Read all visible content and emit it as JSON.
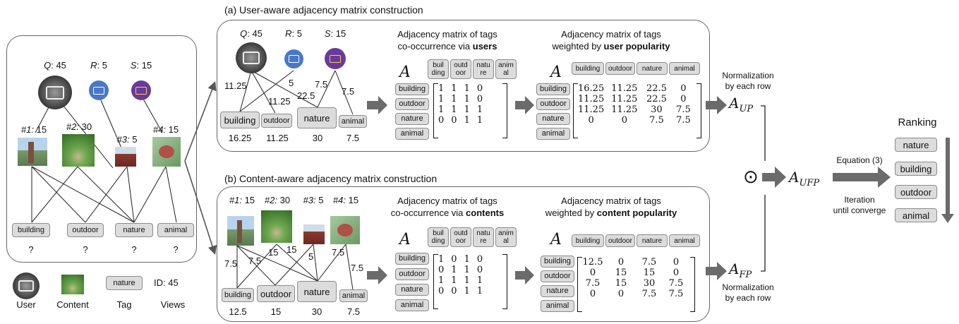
{
  "colors": {
    "tag_fill": "#dcdcdc",
    "arrow": "#6b6b6b",
    "border": "#666666",
    "user_q": "#444444",
    "user_r": "#4a78c8",
    "user_s": "#6a3a9a",
    "photo_green": "#4d8a3a"
  },
  "left": {
    "users": [
      {
        "label": "Q",
        "views": "45"
      },
      {
        "label": "R",
        "views": "5"
      },
      {
        "label": "S",
        "views": "15"
      }
    ],
    "contents": [
      {
        "label": "#1:",
        "views": "15"
      },
      {
        "label": "#2:",
        "views": "30"
      },
      {
        "label": "#3:",
        "views": "5"
      },
      {
        "label": "#4:",
        "views": "15"
      }
    ],
    "tags": [
      "building",
      "outdoor",
      "nature",
      "animal"
    ],
    "unknown": [
      "?",
      "?",
      "?",
      "?"
    ]
  },
  "legend": {
    "user": "User",
    "content": "Content",
    "tag_label": "nature",
    "tag": "Tag",
    "id": "ID: 45",
    "views": "Views"
  },
  "panel_a": {
    "title": "(a) User-aware adjacency matrix construction",
    "users": [
      {
        "label": "Q",
        "views": "45"
      },
      {
        "label": "R",
        "views": "5"
      },
      {
        "label": "S",
        "views": "15"
      }
    ],
    "edge_weights": [
      "11.25",
      "5",
      "22.5",
      "7.5",
      "7.5",
      "11.25"
    ],
    "tags": [
      "building",
      "outdoor",
      "nature",
      "animal"
    ],
    "tag_values": [
      "16.25",
      "11.25",
      "30",
      "7.5"
    ],
    "m1_header": [
      "Adjacency matrix of tags",
      "co-occurrence via ",
      "users"
    ],
    "m1_cols": [
      "buil",
      "ding",
      "outd",
      "oor",
      "natu",
      "re",
      "anim",
      "al"
    ],
    "m1": [
      [
        "1",
        "1",
        "1",
        "0"
      ],
      [
        "1",
        "1",
        "1",
        "0"
      ],
      [
        "1",
        "1",
        "1",
        "1"
      ],
      [
        "0",
        "0",
        "1",
        "1"
      ]
    ],
    "m2_header": [
      "Adjacency matrix of tags",
      "weighted by ",
      "user popularity"
    ],
    "m2_cols": [
      "building",
      "outdoor",
      "nature",
      "animal"
    ],
    "m2": [
      [
        "16.25",
        "11.25",
        "22.5",
        "0"
      ],
      [
        "11.25",
        "11.25",
        "22.5",
        "0"
      ],
      [
        "11.25",
        "11.25",
        "30",
        "7.5"
      ],
      [
        "0",
        "0",
        "7.5",
        "7.5"
      ]
    ],
    "A": "A"
  },
  "panel_b": {
    "title": "(b) Content-aware adjacency matrix construction",
    "contents": [
      {
        "label": "#1:",
        "views": "15"
      },
      {
        "label": "#2:",
        "views": "30"
      },
      {
        "label": "#3:",
        "views": "5"
      },
      {
        "label": "#4:",
        "views": "15"
      }
    ],
    "edge_weights": [
      "7.5",
      "7.5",
      "15",
      "15",
      "5",
      "7.5",
      "7.5"
    ],
    "tags": [
      "building",
      "outdoor",
      "nature",
      "animal"
    ],
    "tag_values": [
      "12.5",
      "15",
      "30",
      "7.5"
    ],
    "m1_header": [
      "Adjacency matrix of tags",
      "co-occurrence via ",
      "contents"
    ],
    "m1_cols": [
      "buil",
      "ding",
      "outd",
      "oor",
      "natu",
      "re",
      "anim",
      "al"
    ],
    "m1": [
      [
        "1",
        "0",
        "1",
        "0"
      ],
      [
        "0",
        "1",
        "1",
        "0"
      ],
      [
        "1",
        "1",
        "1",
        "1"
      ],
      [
        "0",
        "0",
        "1",
        "1"
      ]
    ],
    "m2_header": [
      "Adjacency matrix of tags",
      "weighted by ",
      "content popularity"
    ],
    "m2_cols": [
      "building",
      "outdoor",
      "nature",
      "animal"
    ],
    "m2": [
      [
        "12.5",
        "0",
        "7.5",
        "0"
      ],
      [
        "0",
        "15",
        "15",
        "0"
      ],
      [
        "7.5",
        "15",
        "30",
        "7.5"
      ],
      [
        "0",
        "0",
        "7.5",
        "7.5"
      ]
    ],
    "A": "A"
  },
  "right": {
    "norm_a": [
      "Normalization",
      "by each row"
    ],
    "norm_b": [
      "Normalization",
      "by each row"
    ],
    "aup": {
      "base": "A",
      "sub": "UP"
    },
    "afp": {
      "base": "A",
      "sub": "FP"
    },
    "aufp": {
      "base": "A",
      "sub": "UFP"
    },
    "odot": "⊙",
    "equation": "Equation (3)",
    "iteration": [
      "Iteration",
      "until converge"
    ],
    "ranking_title": "Ranking",
    "ranking": [
      "nature",
      "building",
      "outdoor",
      "animal"
    ]
  }
}
